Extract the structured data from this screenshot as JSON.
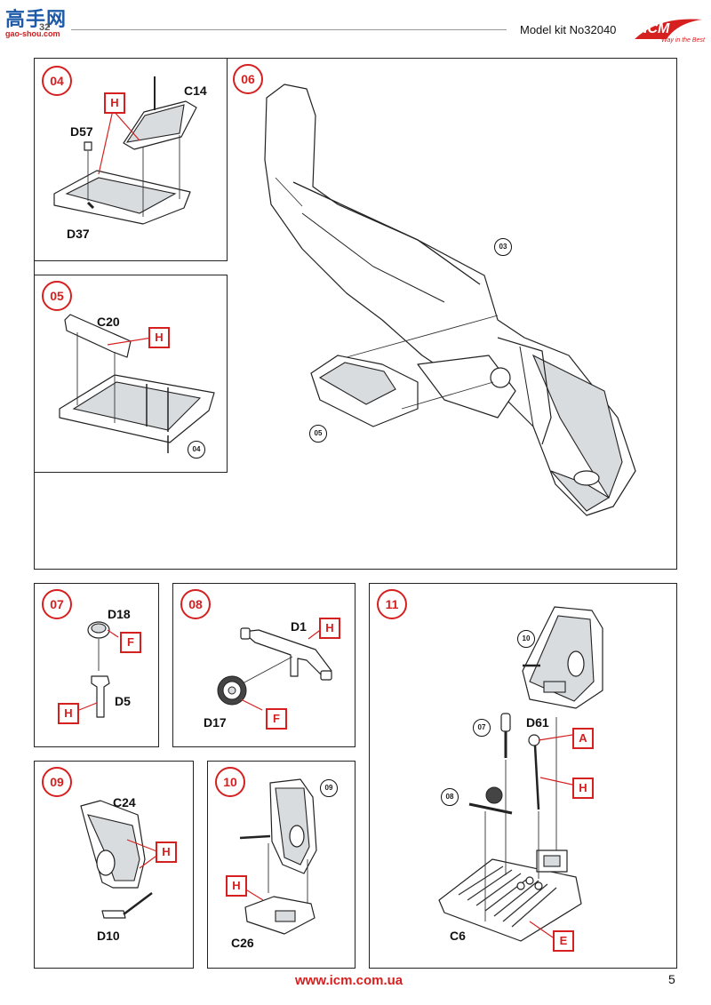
{
  "header": {
    "logo_text": "高手网",
    "logo_url": "gao-shou.com",
    "logo_sub": "32",
    "title": "Model kit No32040",
    "brand": "ICM",
    "brand_tagline": "Way in the Best"
  },
  "footer": {
    "url": "www.icm.com.ua",
    "page": "5"
  },
  "steps": {
    "s04": {
      "number": "04",
      "parts": {
        "c14": "C14",
        "d57": "D57",
        "d37": "D37"
      },
      "paint": "H"
    },
    "s05": {
      "number": "05",
      "parts": {
        "c20": "C20"
      },
      "paint": "H",
      "ref": "04"
    },
    "s06": {
      "number": "06",
      "refs": {
        "r03": "03",
        "r05": "05"
      }
    },
    "s07": {
      "number": "07",
      "parts": {
        "d18": "D18",
        "d5": "D5"
      },
      "paint_f": "F",
      "paint_h": "H"
    },
    "s08": {
      "number": "08",
      "parts": {
        "d1": "D1",
        "d17": "D17"
      },
      "paint_h": "H",
      "paint_f": "F"
    },
    "s09": {
      "number": "09",
      "parts": {
        "c24": "C24",
        "d10": "D10"
      },
      "paint": "H"
    },
    "s10": {
      "number": "10",
      "parts": {
        "c26": "C26"
      },
      "paint": "H",
      "ref": "09"
    },
    "s11": {
      "number": "11",
      "parts": {
        "d61": "D61",
        "c6": "C6"
      },
      "paint_a": "A",
      "paint_h": "H",
      "paint_e": "E",
      "refs": {
        "r10": "10",
        "r07": "07",
        "r08": "08"
      }
    }
  }
}
